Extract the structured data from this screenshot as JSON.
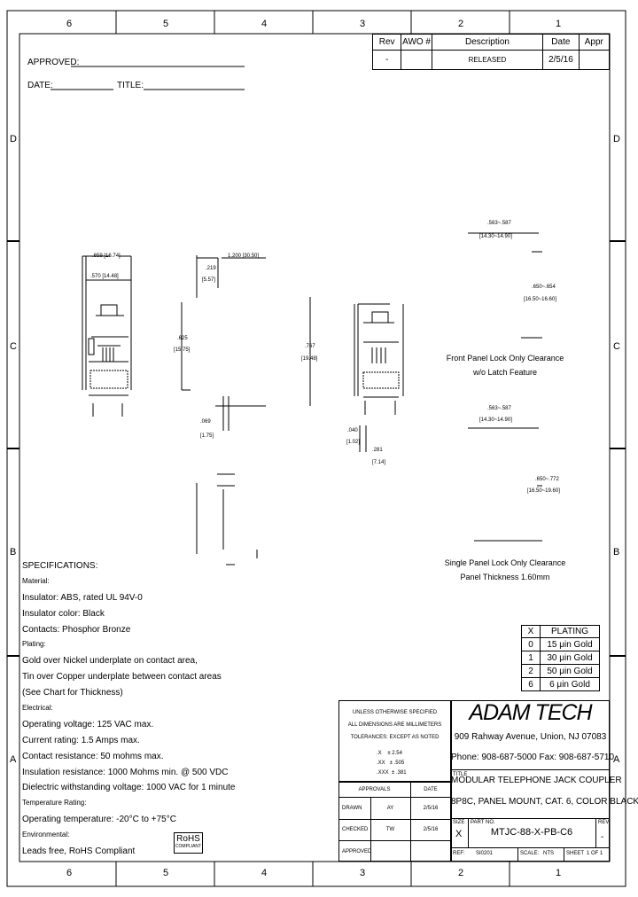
{
  "border": {
    "top_zones": [
      "6",
      "5",
      "4",
      "3",
      "2",
      "1"
    ],
    "bottom_zones": [
      "6",
      "5",
      "4",
      "3",
      "2",
      "1"
    ],
    "left_zones": [
      "D",
      "C",
      "B",
      "A"
    ],
    "right_zones": [
      "D",
      "C",
      "B",
      "A"
    ]
  },
  "revision_table": {
    "headers": [
      "Rev",
      "AWO #",
      "Description",
      "Date",
      "Appr"
    ],
    "row": [
      "-",
      "",
      "RELEASED",
      "2/5/16",
      ""
    ]
  },
  "header_fields": {
    "approved_label": "APPROVED:",
    "date_label": "DATE:",
    "title_label": "TITLE:"
  },
  "dimensions": {
    "d1": ".659 [16.74]",
    "d2": ".570 [14.48]",
    "d3": ".219",
    "d3b": "[5.57]",
    "d4": "1.200 [30.50]",
    "d5": ".625",
    "d5b": "[15.75]",
    "d6": ".767",
    "d6b": "[19.48]",
    "d7": ".069",
    "d7b": "[1.75]",
    "d8": ".040",
    "d8b": "[1.02]",
    "d9": ".281",
    "d9b": "[7.14]",
    "d10": ".563~.587",
    "d10b": "[14.30~14.90]",
    "d11": ".650~.654",
    "d11b": "[16.50~16.60]",
    "d12": ".563~.587",
    "d12b": "[14.30~14.90]",
    "d13": ".650~.772",
    "d13b": "[16.50~19.60]"
  },
  "notes": {
    "front_panel_1": "Front Panel Lock Only Clearance",
    "front_panel_2": "w/o Latch Feature",
    "single_panel_1": "Single Panel Lock Only Clearance",
    "single_panel_2": "Panel Thickness 1.60mm"
  },
  "specifications": [
    "SPECIFICATIONS:",
    "Material:",
    "Insulator: ABS, rated UL 94V-0",
    "Insulator color: Black",
    "Contacts: Phosphor Bronze",
    "Plating:",
    "Gold over Nickel underplate on contact area,",
    "Tin over Copper underplate between contact areas",
    "(See Chart for Thickness)",
    "Electrical:",
    "Operating voltage: 125 VAC max.",
    "Current rating: 1.5 Amps max.",
    "Contact resistance: 50 mohms max.",
    "Insulation resistance: 1000 Mohms min. @ 500 VDC",
    "Dielectric withstanding voltage: 1000 VAC for 1 minute",
    "Temperature Rating:",
    "Operating temperature: -20°C to +75°C",
    "Environmental:",
    "Leads free, RoHS Compliant"
  ],
  "rohs": {
    "line1": "RoHS",
    "line2": "COMPLIANT"
  },
  "plating_table": {
    "headers": [
      "X",
      "PLATING"
    ],
    "rows": [
      [
        "0",
        "15 μin Gold"
      ],
      [
        "1",
        "30 μin Gold"
      ],
      [
        "2",
        "50 μin Gold"
      ],
      [
        "6",
        "6 μin Gold"
      ]
    ]
  },
  "tolerances": {
    "line1": "UNLESS OTHERWISE SPECIFIED",
    "line2": "ALL DIMENSIONS ARE MILLIMETERS",
    "line3": "TOLERANCES: EXCEPT AS NOTED",
    "t1": ".X    ± 2.54",
    "t2": ".XX   ± .505",
    "t3": ".XXX  ± .381"
  },
  "company": {
    "name": "ADAM TECH",
    "address": "909 Rahway Avenue, Union, NJ 07083",
    "phone": "Phone: 908-687-5000 Fax: 908-687-5710"
  },
  "approvals": {
    "header_left": "APPROVALS",
    "header_right": "DATE",
    "rows": [
      [
        "DRAWN",
        "AY",
        "2/5/16"
      ],
      [
        "CHECKED",
        "TW",
        "2/5/16"
      ],
      [
        "APPROVED",
        "",
        ""
      ]
    ]
  },
  "title_block": {
    "title_label": "TITLE",
    "title_line1": "MODULAR TELEPHONE JACK COUPLER",
    "title_line2": "8P8C, PANEL MOUNT, CAT. 6, COLOR BLACK",
    "size_label": "SIZE",
    "size_value": "X",
    "part_label": "PART NO.",
    "part_value": "MTJC-88-X-PB-C6",
    "rev_label": "REV",
    "rev_value": "-",
    "ref_label": "REF:",
    "ref_value": "SI0201",
    "scale_label": "SCALE:",
    "scale_value": "NTS",
    "sheet_label": "SHEET",
    "sheet_value": "1 OF 1"
  }
}
